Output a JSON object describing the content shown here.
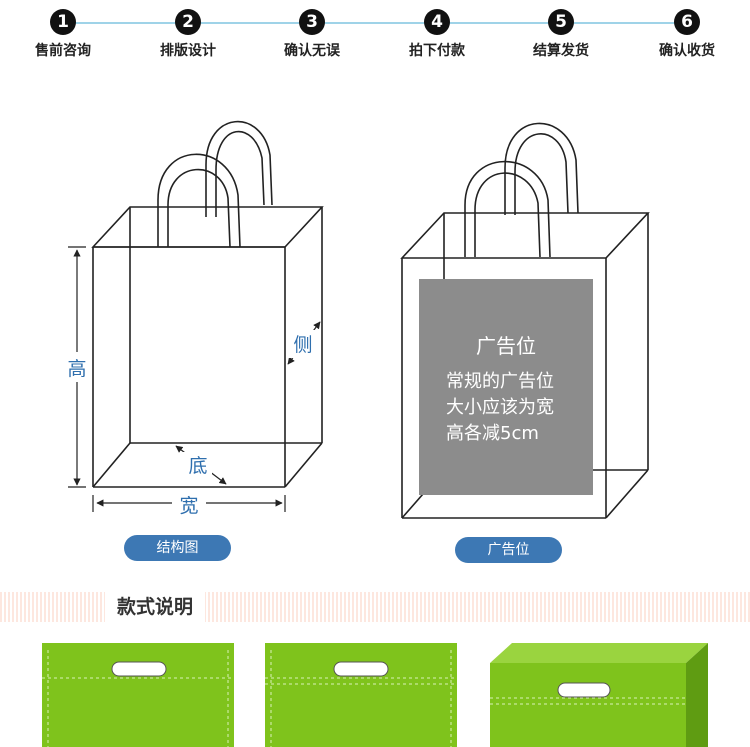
{
  "steps": [
    {
      "num": "1",
      "label": "售前咨询"
    },
    {
      "num": "2",
      "label": "排版设计"
    },
    {
      "num": "3",
      "label": "确认无误"
    },
    {
      "num": "4",
      "label": "拍下付款"
    },
    {
      "num": "5",
      "label": "结算发货"
    },
    {
      "num": "6",
      "label": "确认收货"
    }
  ],
  "structure": {
    "height_label": "高",
    "side_label": "侧",
    "bottom_label": "底",
    "width_label": "宽",
    "caption": "结构图"
  },
  "ad_area": {
    "title": "广告位",
    "desc_lines": [
      "常规的广告位",
      "大小应该为宽",
      "高各减5cm"
    ],
    "caption": "广告位",
    "panel_color": "#8c8c8c"
  },
  "section": {
    "title": "款式说明"
  },
  "colors": {
    "bag_green": "#7fc31c",
    "pill_blue": "#3d78b4",
    "line_blue": "#9fd3e8",
    "dim_blue": "#2f6fae"
  }
}
